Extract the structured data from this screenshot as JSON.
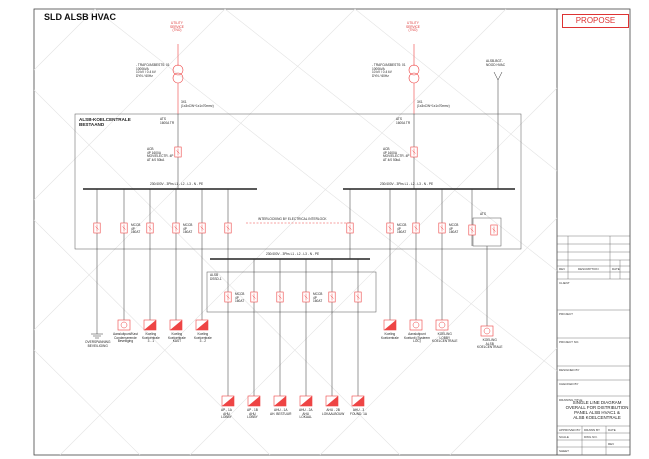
{
  "title": "SLD ALSB HVAC",
  "propose": "PROPOSE",
  "utility_left": "UTILITY\nSERVICE\n(TNO)",
  "utility_right": "UTILITY\nSERVICE\n(TNO)",
  "trafo_left": "- TRAFO/ASBESTS: 01\n1000kVA\n10 kV / 0.4 kV\nDYN / 60Hz",
  "trafo_right": "- TRAFO/ASBESTS: 01\n1000kVA\n10 kV / 0.4 kV\nDYN / 60Hz",
  "backup": "ALSB-BGT-\nNOOD HVAC",
  "cable_left": "3X1\n(1x3xCW+1x1x70mm²)",
  "cable_right": "3X1\n(1x3xCW+1x1x70mm²)",
  "panel_main": "ALSB-KOELCENTRALE\nBESTAAND",
  "panel_sub": "ALSB\nDSSD-1",
  "incomer_left": "ATS\n1600A TR",
  "incomer_right": "ATS\n1600A TR",
  "acb_left": "ACB\n4P 1600A\nMOV/ELECTR. 4P\nAT 4/0 50kA",
  "acb_right": "ACB\n4P 1600A\nMOV/ELECTR. 4P\nAT 4/0 50kA",
  "bus_left": "230/400V - 3Phs      L1 - L2 - L3 - N - PE",
  "bus_right": "230/400V - 3Phs      L1 - L2 - L3 - N - PE",
  "bus_sub": "230/400V - 3Phs      L1 - L2 - L3 - N - PE",
  "interlock": "INTERLOCKING BY ELECTRICAL INTERLOCK",
  "ats_label": "ATS",
  "feeder_label": "MCCB\n4P\n160AT",
  "loads_left": [
    "OVERSPANNING\nBEVEILIGING",
    "Aansluitpunt/Kast\nCondenserende\nBeveiliging",
    "Koeling\nKoelcentrale\n3 - 1",
    "Koeling\nKoelcentrale\nKAST",
    "Koeling\nKoelcentrale\n3 - 2"
  ],
  "loads_right": [
    "Koeling\nKoelcentrale",
    "Aansluitpunt\nKoelunit (Systeem\nLOC)",
    "KOELING\nLOBBY\nKOELCENTRALE",
    "KOELING\nALSB\nKOELCENTRALE"
  ],
  "loads_bottom": [
    "AP - 1A\nAHU\nLOBBY",
    "AP - 1B\nAHU\nLOBBY",
    "AHU - 1A\nAH. BESTUUR",
    "AHU - 2A\nAHU\nLOKAAL",
    "AHU - 2B\nLOKAALBOUW",
    "AHU - 3\nFOUND. 1A"
  ],
  "tb_rows": [
    "CLIENT",
    "PROJECT",
    "PROJECT NO."
  ],
  "tb_fields": [
    "DESIGNED BY",
    "CHECKED BY",
    "APPROVED BY",
    "DRAWN BY",
    "DATE",
    "SCALE",
    "DWG NO.",
    "REV",
    "SHEET"
  ],
  "tb_rev": [
    "REV",
    "DESCRIPTION",
    "DATE"
  ],
  "tb_title_label": "DRAWING TITLE",
  "tb_title": "SINGLE LINE DIAGRAM\nOVERALL FOR DISTRIBUTION\nPANEL ALSB HVAC1 &\nALSB KOELCENTRALE"
}
